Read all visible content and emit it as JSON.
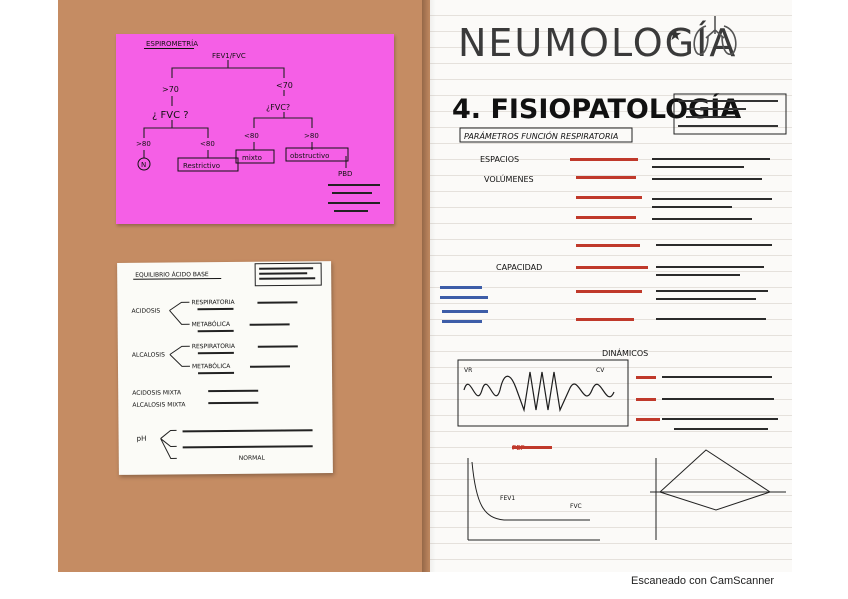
{
  "right_page": {
    "title": "NEUMOLOGÍA",
    "chapter": "4. FISIOPATOLOGÍA",
    "params_heading": "PARÁMETROS FUNCIÓN RESPIRATORIA",
    "espacios_label": "ESPACIOS",
    "volumenes_label": "VOLÚMENES",
    "capacidad_label": "CAPACIDAD",
    "dinamicos_label": "DINÁMICOS",
    "vr_label": "VR",
    "cv_label": "CV",
    "fev1_label": "FEV1",
    "fvc_label": "FVC",
    "pef_label": "PEF"
  },
  "pink_note": {
    "heading": "ESPIROMETRÍA",
    "top": "FEV1/FVC",
    "gt70": ">70",
    "lt70": "<70",
    "fvc_q": "¿ FVC ?",
    "fvc_q2": "¿FVC?",
    "gt80": ">80",
    "lt80": "<80",
    "lt80b": "<80",
    "gt80b": ">80",
    "normal": "N",
    "restrictivo": "Restrictivo",
    "mixto": "mixto",
    "obstructivo": "obstructivo",
    "pbd": "PBD"
  },
  "white_note": {
    "heading": "EQUILIBRIO ÁCIDO BASE",
    "acidosis": "ACIDOSIS",
    "alcalosis": "ALCALOSIS",
    "respiratoria": "RESPIRATORIA",
    "metabolica": "METABÓLICA",
    "mixta1": "ACIDOSIS MIXTA",
    "mixta2": "ALCALOSIS MIXTA",
    "normal": "NORMAL"
  },
  "caption": "Escaneado con CamScanner"
}
